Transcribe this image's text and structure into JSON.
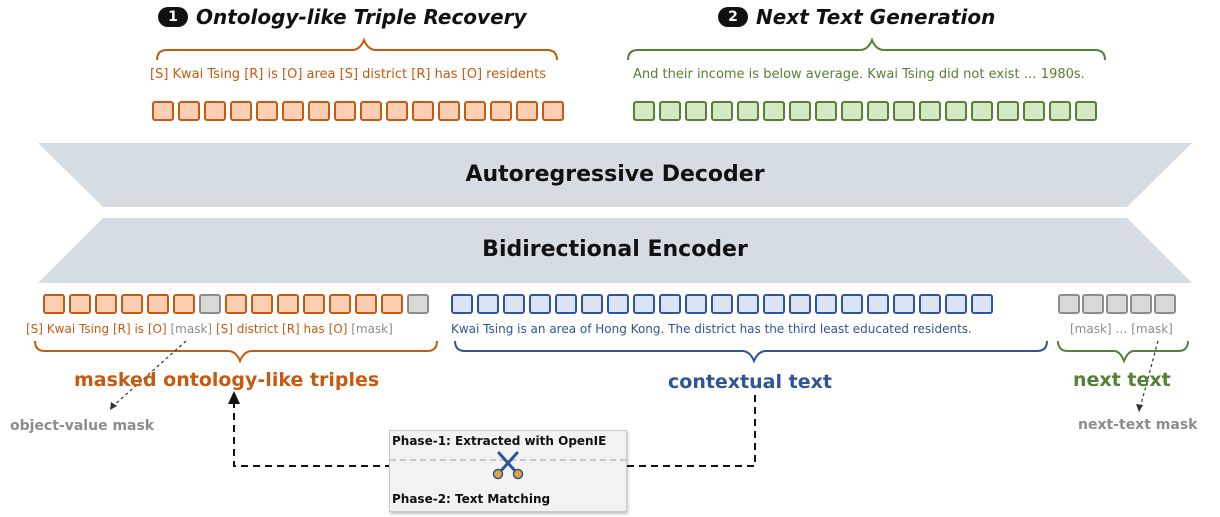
{
  "top_left": {
    "number": "1",
    "title": "Ontology-like Triple Recovery",
    "sequence": "[S] Kwai Tsing [R] is [O] area [S] district [R] has [O] residents"
  },
  "top_right": {
    "number": "2",
    "title": "Next Text Generation",
    "sequence": "And their income is below average. Kwai Tsing did not exist … 1980s."
  },
  "decoder_label": "Autoregressive Decoder",
  "encoder_label": "Bidirectional Encoder",
  "input": {
    "triples_seq_a": "[S] Kwai Tsing [R] is [O]",
    "mask_1": "[mask]",
    "triples_seq_b": "[S] district [R] has [O]",
    "mask_2": "[mask]",
    "context_seq": "Kwai Tsing is an area of Hong Kong. The district has the third least educated residents.",
    "next_seq": "[mask] … [mask]"
  },
  "labels": {
    "masked_triples": "masked ontology-like triples",
    "contextual_text": "contextual text",
    "next_text": "next text",
    "object_value_mask": "object-value mask",
    "next_text_mask": "next-text mask"
  },
  "phases": {
    "phase1": "Phase-1: Extracted with OpenIE",
    "phase2": "Phase-2: Text Matching"
  },
  "colors": {
    "orange": "#c55a11",
    "green": "#548235",
    "blue": "#2f5597",
    "gray": "#8c8c8c",
    "band": "#d6dce4"
  },
  "icons": [
    "scissors-icon"
  ]
}
